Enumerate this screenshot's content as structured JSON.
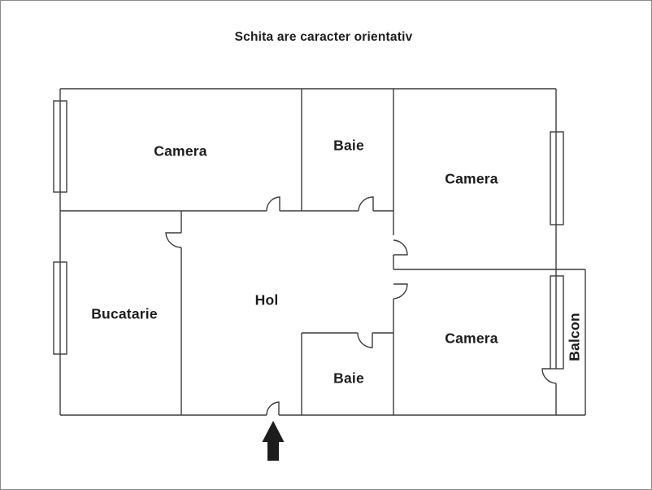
{
  "title": "Schita are caracter orientativ",
  "rooms": {
    "camera_top_left": "Camera",
    "baie_top": "Baie",
    "camera_top_right": "Camera",
    "bucatarie": "Bucatarie",
    "hol": "Hol",
    "baie_bottom": "Baie",
    "camera_bottom_right": "Camera",
    "balcon": "Balcon"
  },
  "colors": {
    "wall": "#3d3d3d",
    "text": "#1d1d1d",
    "arrow": "#1c1c1c",
    "background": "#ffffff",
    "frame": "#8c8c8c"
  }
}
